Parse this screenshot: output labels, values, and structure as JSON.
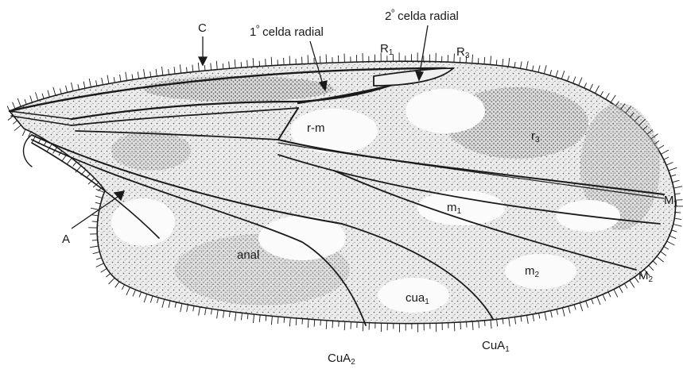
{
  "colors": {
    "ink": "#1a1a1a",
    "membrane": "#f7f7f7",
    "background": "#ffffff"
  },
  "labels": {
    "c": "C",
    "radial1_num": "1",
    "radial1_sup": "º",
    "radial1_text": " celda radial",
    "radial2_num": "2",
    "radial2_sup": "º",
    "radial2_text": " celda radial",
    "r1_base": "R",
    "r1_sub": "1",
    "r3_base": "R",
    "r3_sub": "3",
    "rm": "r-m",
    "r3cell_base": "r",
    "r3cell_sub": "3",
    "m1cell_base": "m",
    "m1cell_sub": "1",
    "m1_base": "M",
    "m1_sub": "1",
    "a": "A",
    "anal": "anal",
    "m2cell_base": "m",
    "m2cell_sub": "2",
    "m2_base": "M",
    "m2_sub": "2",
    "cua1cell_base": "cua",
    "cua1cell_sub": "1",
    "cua1_base": "CuA",
    "cua1_sub": "1",
    "cua2_base": "CuA",
    "cua2_sub": "2"
  }
}
